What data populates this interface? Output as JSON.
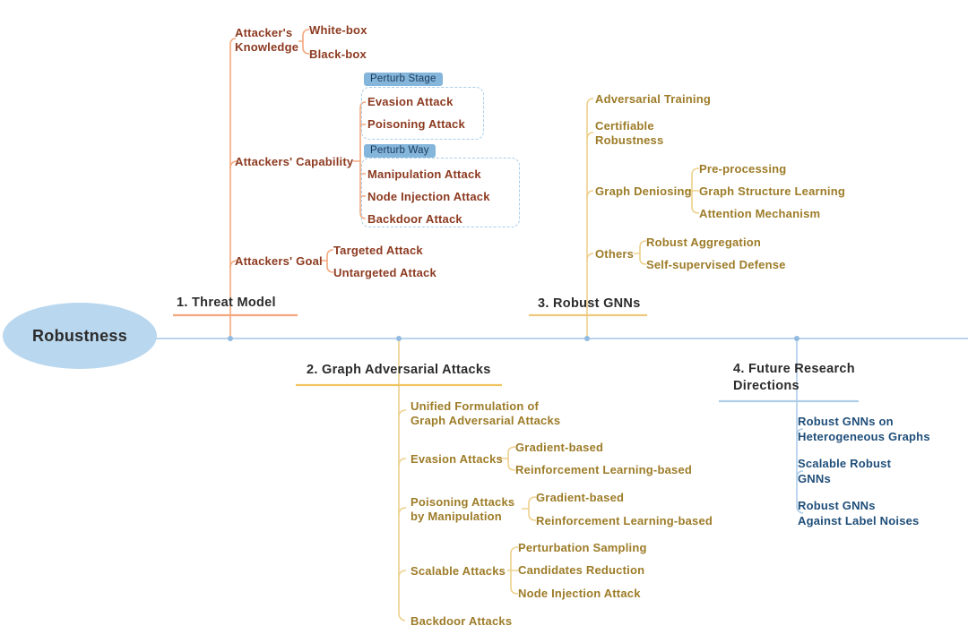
{
  "root_label": "Robustness",
  "colors": {
    "root_fill": "#b9d7ee",
    "main_line": "#a3c6e6",
    "junction_dot": "#92bbdf",
    "section1_line": "#f2a87e",
    "section1_text": "#8c3a20",
    "section23_line": "#edd08c",
    "section23_text": "#9d7c28",
    "section4_line": "#aecde9",
    "section4_text": "#1f4e79",
    "tag_bg": "#84b5da",
    "tag_text": "#1c3c5c",
    "title_text": "#2b2b2b"
  },
  "sections": {
    "threat_model": {
      "title": "1. Threat Model",
      "branches": {
        "knowledge": {
          "label": "Attacker's\nKnowledge",
          "children": {
            "white_box": "White-box",
            "black_box": "Black-box"
          }
        },
        "capability": {
          "label": "Attackers' Capability",
          "perturb_stage": {
            "tag": "Perturb Stage",
            "children": {
              "evasion": "Evasion Attack",
              "poisoning": "Poisoning Attack"
            }
          },
          "perturb_way": {
            "tag": "Perturb Way",
            "children": {
              "manipulation": "Manipulation Attack",
              "node_injection": "Node Injection Attack",
              "backdoor": "Backdoor Attack"
            }
          }
        },
        "goal": {
          "label": "Attackers' Goal",
          "children": {
            "targeted": "Targeted Attack",
            "untargeted": "Untargeted Attack"
          }
        }
      }
    },
    "graph_adversarial_attacks": {
      "title": "2. Graph Adversarial Attacks",
      "branches": {
        "unified": {
          "label": "Unified Formulation of\nGraph Adversarial Attacks"
        },
        "evasion": {
          "label": "Evasion Attacks",
          "children": {
            "gradient": "Gradient-based",
            "rl": "Reinforcement Learning-based"
          }
        },
        "poisoning": {
          "label": "Poisoning Attacks\nby Manipulation",
          "children": {
            "gradient": "Gradient-based",
            "rl": "Reinforcement Learning-based"
          }
        },
        "scalable": {
          "label": "Scalable Attacks",
          "children": {
            "perturbation_sampling": "Perturbation Sampling",
            "candidates_reduction": "Candidates Reduction",
            "node_injection": "Node Injection Attack"
          }
        },
        "backdoor": {
          "label": "Backdoor Attacks"
        }
      }
    },
    "robust_gnns": {
      "title": "3. Robust GNNs",
      "branches": {
        "adversarial_training": {
          "label": "Adversarial Training"
        },
        "certifiable": {
          "label": "Certifiable\nRobustness"
        },
        "graph_denoising": {
          "label": "Graph Deniosing",
          "children": {
            "preprocessing": "Pre-processing",
            "structure_learning": "Graph Structure Learning",
            "attention": "Attention Mechanism"
          }
        },
        "others": {
          "label": "Others",
          "children": {
            "robust_aggregation": "Robust Aggregation",
            "self_supervised": "Self-supervised Defense"
          }
        }
      }
    },
    "future_directions": {
      "title": "4. Future Research\nDirections",
      "branches": {
        "heterogeneous": {
          "label": "Robust GNNs on\nHeterogeneous Graphs"
        },
        "scalable": {
          "label": "Scalable Robust\nGNNs"
        },
        "label_noise": {
          "label": "Robust GNNs\nAgainst Label Noises"
        }
      }
    }
  }
}
